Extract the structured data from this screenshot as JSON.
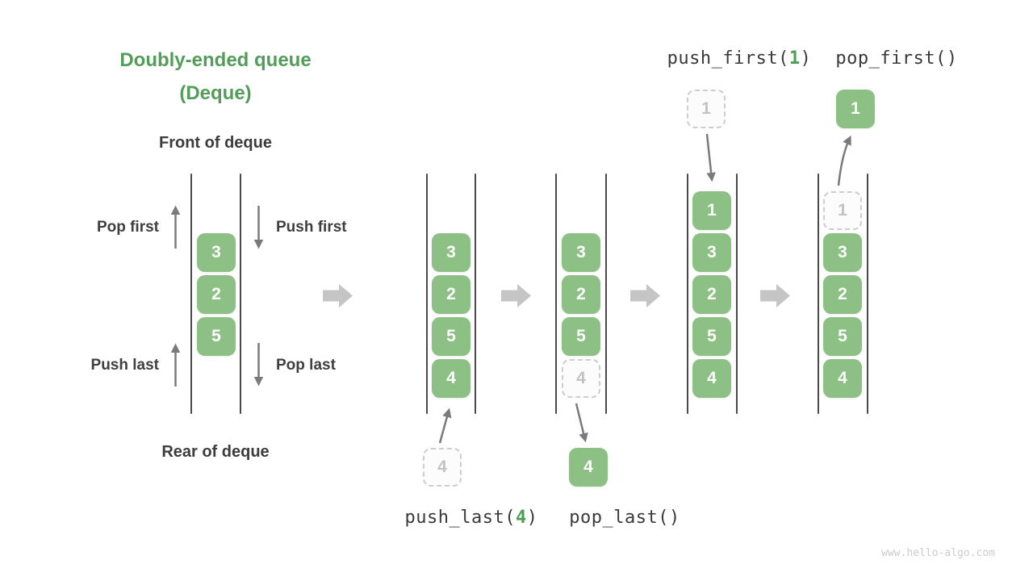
{
  "title": {
    "line1": "Doubly-ended queue",
    "line2": "(Deque)"
  },
  "labels": {
    "front": "Front of deque",
    "rear": "Rear of deque",
    "pop_first": "Pop first",
    "push_first": "Push first",
    "push_last": "Push last",
    "pop_last": "Pop last"
  },
  "ops": {
    "push_first": {
      "prefix": "push_first(",
      "arg": "1",
      "suffix": ")"
    },
    "pop_first": {
      "label": "pop_first()"
    },
    "push_last": {
      "prefix": "push_last(",
      "arg": "4",
      "suffix": ")"
    },
    "pop_last": {
      "label": "pop_last()"
    }
  },
  "states": {
    "initial": {
      "cells": [
        {
          "value": "3"
        },
        {
          "value": "2"
        },
        {
          "value": "5"
        }
      ]
    },
    "after_push_last": {
      "cells": [
        {
          "value": "3"
        },
        {
          "value": "2"
        },
        {
          "value": "5"
        },
        {
          "value": "4"
        }
      ]
    },
    "after_pop_last": {
      "cells": [
        {
          "value": "3"
        },
        {
          "value": "2"
        },
        {
          "value": "5"
        },
        {
          "value": "4",
          "ghost": true
        }
      ]
    },
    "after_push_first": {
      "cells": [
        {
          "value": "1"
        },
        {
          "value": "3"
        },
        {
          "value": "2"
        },
        {
          "value": "5"
        },
        {
          "value": "4"
        }
      ]
    },
    "after_pop_first": {
      "cells": [
        {
          "value": "1",
          "ghost": true
        },
        {
          "value": "3"
        },
        {
          "value": "2"
        },
        {
          "value": "5"
        },
        {
          "value": "4"
        }
      ]
    }
  },
  "floating": {
    "push_last_in": {
      "value": "4",
      "ghost": true
    },
    "pop_last_out": {
      "value": "4"
    },
    "push_first_in": {
      "value": "1",
      "ghost": true
    },
    "pop_first_out": {
      "value": "1"
    }
  },
  "watermark": "www.hello-algo.com",
  "colors": {
    "accent_green": "#529e59",
    "box_green": "#8cc084",
    "ghost_border": "#cdcdcd",
    "thin_arrow_gray": "#7a7a7a",
    "flow_arrow_gray": "#c5c5c5",
    "text_dark": "#3c3c3c",
    "watermark_gray": "#cbcbcb"
  }
}
